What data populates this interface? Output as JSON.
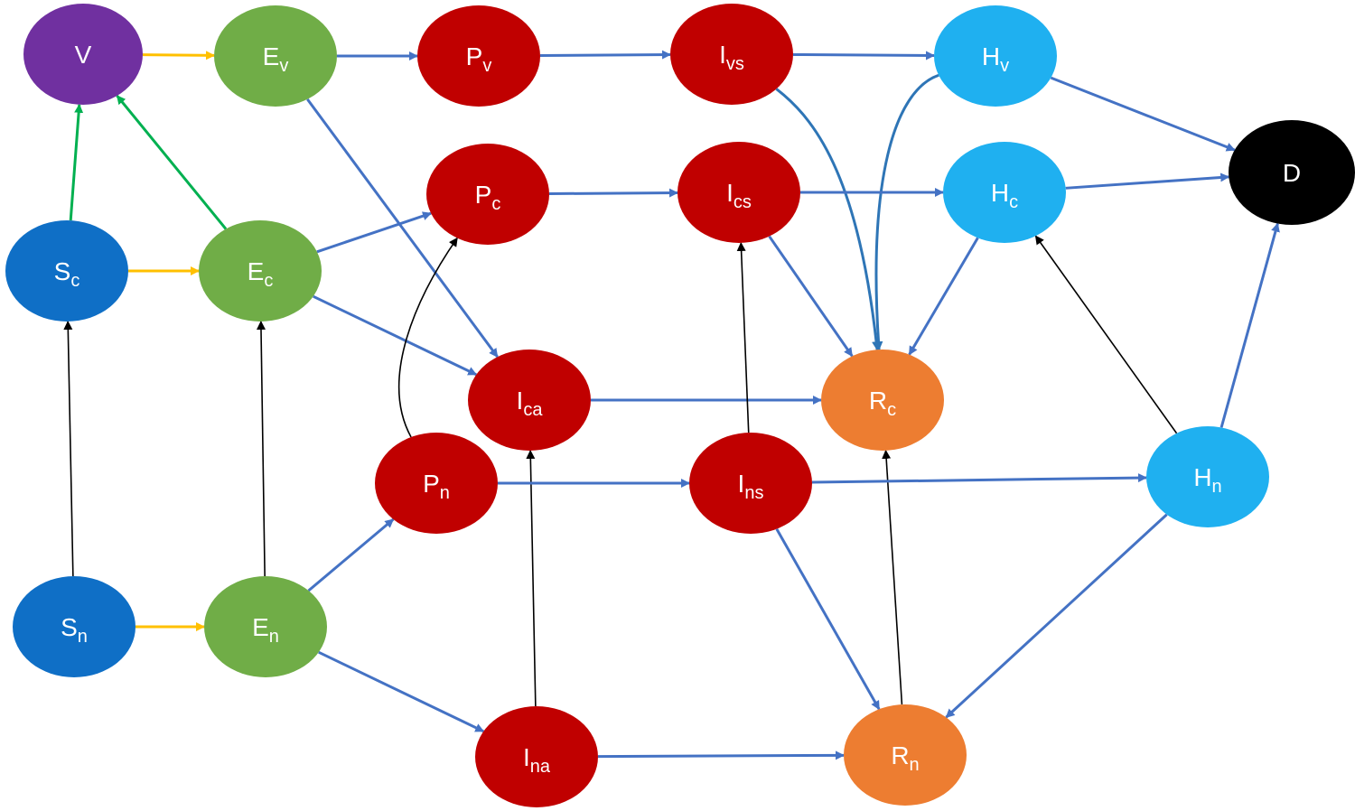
{
  "colors": {
    "violet": "#7030A0",
    "green": "#70AD47",
    "red": "#C00000",
    "lightblue": "#1FB0F0",
    "darkblue": "#0F6FC6",
    "orange": "#ED7D31",
    "black": "#000000",
    "arrow_blue": "#4472C4",
    "arrow_yellow": "#FFC000",
    "arrow_green": "#00B050",
    "arrow_darkblue": "#2E75B6",
    "arrow_black": "#000000"
  },
  "nodes": [
    {
      "id": "V",
      "main": "V",
      "sub": "",
      "color": "violet"
    },
    {
      "id": "Ev",
      "main": "E",
      "sub": "v",
      "color": "green"
    },
    {
      "id": "Pv",
      "main": "P",
      "sub": "v",
      "color": "red"
    },
    {
      "id": "Ivs",
      "main": "I",
      "sub": "vs",
      "color": "red"
    },
    {
      "id": "Hv",
      "main": "H",
      "sub": "v",
      "color": "lightblue"
    },
    {
      "id": "D",
      "main": "D",
      "sub": "",
      "color": "black"
    },
    {
      "id": "Pc",
      "main": "P",
      "sub": "c",
      "color": "red"
    },
    {
      "id": "Ics",
      "main": "I",
      "sub": "cs",
      "color": "red"
    },
    {
      "id": "Hc",
      "main": "H",
      "sub": "c",
      "color": "lightblue"
    },
    {
      "id": "Sc",
      "main": "S",
      "sub": "c",
      "color": "darkblue"
    },
    {
      "id": "Ec",
      "main": "E",
      "sub": "c",
      "color": "green"
    },
    {
      "id": "Ica",
      "main": "I",
      "sub": "ca",
      "color": "red"
    },
    {
      "id": "Rc",
      "main": "R",
      "sub": "c",
      "color": "orange"
    },
    {
      "id": "Pn",
      "main": "P",
      "sub": "n",
      "color": "red"
    },
    {
      "id": "Ins",
      "main": "I",
      "sub": "ns",
      "color": "red"
    },
    {
      "id": "Hn",
      "main": "H",
      "sub": "n",
      "color": "lightblue"
    },
    {
      "id": "Sn",
      "main": "S",
      "sub": "n",
      "color": "darkblue"
    },
    {
      "id": "En",
      "main": "E",
      "sub": "n",
      "color": "green"
    },
    {
      "id": "Ina",
      "main": "I",
      "sub": "na",
      "color": "red"
    },
    {
      "id": "Rn",
      "main": "R",
      "sub": "n",
      "color": "orange"
    }
  ],
  "edges": [
    {
      "from": "V",
      "to": "Ev",
      "color": "arrow_yellow"
    },
    {
      "from": "Ev",
      "to": "Pv",
      "color": "arrow_blue"
    },
    {
      "from": "Pv",
      "to": "Ivs",
      "color": "arrow_blue"
    },
    {
      "from": "Ivs",
      "to": "Hv",
      "color": "arrow_blue"
    },
    {
      "from": "Hv",
      "to": "D",
      "color": "arrow_blue"
    },
    {
      "from": "Ev",
      "to": "Ica",
      "color": "arrow_blue"
    },
    {
      "from": "Ivs",
      "to": "Rc",
      "color": "arrow_darkblue"
    },
    {
      "from": "Hv",
      "to": "Rc",
      "color": "arrow_darkblue"
    },
    {
      "from": "Sc",
      "to": "V",
      "color": "arrow_green"
    },
    {
      "from": "Ec",
      "to": "V",
      "color": "arrow_green"
    },
    {
      "from": "Sc",
      "to": "Ec",
      "color": "arrow_yellow"
    },
    {
      "from": "Ec",
      "to": "Pc",
      "color": "arrow_blue"
    },
    {
      "from": "Ec",
      "to": "Ica",
      "color": "arrow_blue"
    },
    {
      "from": "Pc",
      "to": "Ics",
      "color": "arrow_blue"
    },
    {
      "from": "Ics",
      "to": "Hc",
      "color": "arrow_blue"
    },
    {
      "from": "Hc",
      "to": "D",
      "color": "arrow_blue"
    },
    {
      "from": "Ics",
      "to": "Rc",
      "color": "arrow_blue"
    },
    {
      "from": "Hc",
      "to": "Rc",
      "color": "arrow_blue"
    },
    {
      "from": "Ica",
      "to": "Rc",
      "color": "arrow_blue"
    },
    {
      "from": "Hn",
      "to": "D",
      "color": "arrow_blue"
    },
    {
      "from": "Hn",
      "to": "Hc",
      "color": "arrow_black"
    },
    {
      "from": "Sn",
      "to": "Sc",
      "color": "arrow_black"
    },
    {
      "from": "En",
      "to": "Ec",
      "color": "arrow_black"
    },
    {
      "from": "Pn",
      "to": "Pc",
      "color": "arrow_black"
    },
    {
      "from": "Ins",
      "to": "Ics",
      "color": "arrow_black"
    },
    {
      "from": "Ina",
      "to": "Ica",
      "color": "arrow_black"
    },
    {
      "from": "Rn",
      "to": "Rc",
      "color": "arrow_black"
    },
    {
      "from": "Sn",
      "to": "En",
      "color": "arrow_yellow"
    },
    {
      "from": "En",
      "to": "Pn",
      "color": "arrow_blue"
    },
    {
      "from": "En",
      "to": "Ina",
      "color": "arrow_blue"
    },
    {
      "from": "Pn",
      "to": "Ins",
      "color": "arrow_blue"
    },
    {
      "from": "Ins",
      "to": "Hn",
      "color": "arrow_blue"
    },
    {
      "from": "Ins",
      "to": "Rn",
      "color": "arrow_blue"
    },
    {
      "from": "Hn",
      "to": "Rn",
      "color": "arrow_blue"
    },
    {
      "from": "Ina",
      "to": "Rn",
      "color": "arrow_blue"
    }
  ]
}
